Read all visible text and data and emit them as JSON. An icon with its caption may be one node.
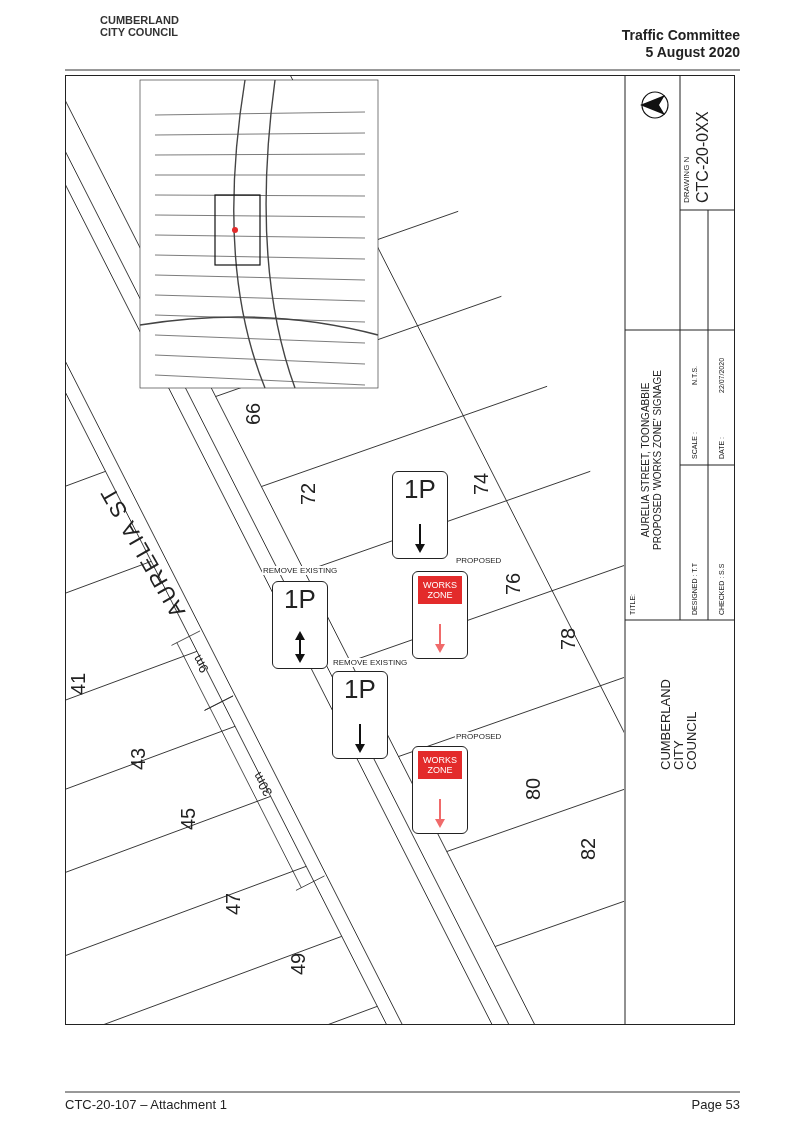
{
  "diagram": {
    "nodes": [
      {
        "text": [
          "1P"
        ]
      },
      {
        "text": [
          "WORKS ZONE"
        ],
        "beside": [
          "PROPOSED"
        ]
      },
      {
        "text": [
          "1P"
        ],
        "beside": [
          "REMOVE EXISTING"
        ]
      },
      {
        "text": [
          "1P"
        ],
        "beside": [
          "REMOVE EXISTING"
        ]
      },
      {
        "text": [
          "WORKS ZONE"
        ],
        "beside": [
          "PROPOSED"
        ]
      }
    ],
    "labels": [
      "CUMBERLAND CITY COUNCIL",
      "Traffic Committee",
      "5 August 2020",
      "AURELIA ST",
      "41",
      "43",
      "45",
      "47",
      "49",
      "66",
      "72",
      "74",
      "76",
      "78",
      "80",
      "82",
      "9m",
      "30m",
      "TITLE:",
      "AURELIA STREET, TOONGABBIE PROPOSED 'WORKS ZONE' SIGNAGE",
      "DESIGNED : T.T",
      "CHECKED : S.S",
      "SCALE :",
      "N.T.S.",
      "DATE :",
      "22/07/2020",
      "DRAWING N",
      "CTC-20-0XX",
      "CUMBERLAND CITY COUNCIL",
      "CTC-20-107 – Attachment 1",
      "Page 53"
    ]
  }
}
